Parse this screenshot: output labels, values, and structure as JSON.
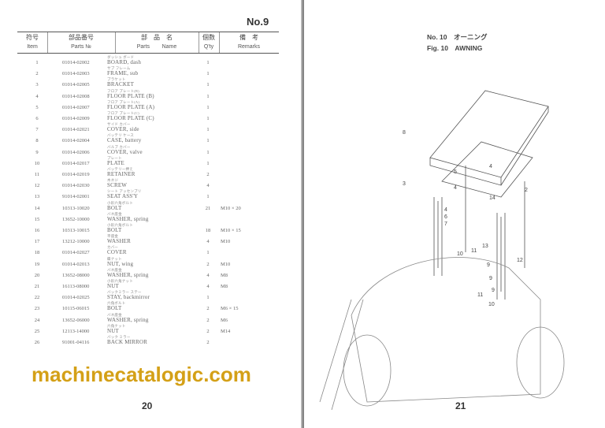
{
  "left_page": {
    "section": "No.9",
    "headers": {
      "item_jp": "符号",
      "item": "Item",
      "partno_jp": "部品番号",
      "partno": "Parts №",
      "name_jp": "部　品　名",
      "name_parts": "Parts",
      "name_name": "Name",
      "qty_jp": "個数",
      "qty": "Q'ty",
      "remarks_jp": "備　考",
      "remarks": "Remarks"
    },
    "rows": [
      {
        "item": "1",
        "pn": "01014-02002",
        "kana": "ダッシュ ボード",
        "name": "BOARD, dash",
        "qty": "1",
        "rem": ""
      },
      {
        "item": "2",
        "pn": "01014-02003",
        "kana": "サブ フレーム",
        "name": "FRAME, sub",
        "qty": "1",
        "rem": ""
      },
      {
        "item": "3",
        "pn": "01014-02005",
        "kana": "ブラケット",
        "name": "BRACKET",
        "qty": "1",
        "rem": ""
      },
      {
        "item": "4",
        "pn": "01014-02008",
        "kana": "フロア プレート(B)",
        "name": "FLOOR PLATE (B)",
        "qty": "1",
        "rem": ""
      },
      {
        "item": "5",
        "pn": "01014-02007",
        "kana": "フロア プレート(A)",
        "name": "FLOOR PLATE (A)",
        "qty": "1",
        "rem": ""
      },
      {
        "item": "6",
        "pn": "01014-02009",
        "kana": "フロア プレート(C)",
        "name": "FLOOR PLATE (C)",
        "qty": "1",
        "rem": ""
      },
      {
        "item": "7",
        "pn": "01014-02021",
        "kana": "サイド カバー",
        "name": "COVER, side",
        "qty": "1",
        "rem": ""
      },
      {
        "item": "8",
        "pn": "01014-02004",
        "kana": "バッテリ ケース",
        "name": "CASE, battery",
        "qty": "1",
        "rem": ""
      },
      {
        "item": "9",
        "pn": "01014-02006",
        "kana": "バルブ カバー",
        "name": "COVER, valve",
        "qty": "1",
        "rem": ""
      },
      {
        "item": "10",
        "pn": "01014-02017",
        "kana": "プレート",
        "name": "PLATE",
        "qty": "1",
        "rem": ""
      },
      {
        "item": "11",
        "pn": "01014-02019",
        "kana": "バッテリー押え",
        "name": "RETAINER",
        "qty": "2",
        "rem": ""
      },
      {
        "item": "12",
        "pn": "01014-02030",
        "kana": "木ネジ",
        "name": "SCREW",
        "qty": "4",
        "rem": ""
      },
      {
        "item": "13",
        "pn": "91014-02001",
        "kana": "シート アッセンブリ",
        "name": "SEAT ASS'Y",
        "qty": "1",
        "rem": ""
      },
      {
        "item": "14",
        "pn": "10313-10020",
        "kana": "小形六角ボルト",
        "name": "BOLT",
        "qty": "21",
        "rem": "M10 × 20"
      },
      {
        "item": "15",
        "pn": "13652-10000",
        "kana": "バネ座金",
        "name": "WASHER, spring",
        "qty": "",
        "rem": ""
      },
      {
        "item": "16",
        "pn": "10313-10015",
        "kana": "小形六角ボルト",
        "name": "BOLT",
        "qty": "18",
        "rem": "M10 × 15"
      },
      {
        "item": "17",
        "pn": "13212-10000",
        "kana": "平座金",
        "name": "WASHER",
        "qty": "4",
        "rem": "M10"
      },
      {
        "item": "18",
        "pn": "01014-02027",
        "kana": "カバー",
        "name": "COVER",
        "qty": "1",
        "rem": ""
      },
      {
        "item": "19",
        "pn": "01014-02013",
        "kana": "蝶ナット",
        "name": "NUT, wing",
        "qty": "2",
        "rem": "M10"
      },
      {
        "item": "20",
        "pn": "13652-08000",
        "kana": "バネ座金",
        "name": "WASHER, spring",
        "qty": "4",
        "rem": "M8"
      },
      {
        "item": "21",
        "pn": "16113-08000",
        "kana": "小形六角ナット",
        "name": "NUT",
        "qty": "4",
        "rem": "M8"
      },
      {
        "item": "22",
        "pn": "01014-02025",
        "kana": "バックミラー ステー",
        "name": "STAY, backmirror",
        "qty": "1",
        "rem": ""
      },
      {
        "item": "23",
        "pn": "10115-06015",
        "kana": "六角ボルト",
        "name": "BOLT",
        "qty": "2",
        "rem": "M6 × 15"
      },
      {
        "item": "24",
        "pn": "13652-06000",
        "kana": "バネ座金",
        "name": "WASHER, spring",
        "qty": "2",
        "rem": "M6"
      },
      {
        "item": "25",
        "pn": "12113-14000",
        "kana": "六角ナット",
        "name": "NUT",
        "qty": "2",
        "rem": "M14"
      },
      {
        "item": "26",
        "pn": "91001-04116",
        "kana": "バック ミラー",
        "name": "BACK MIRROR",
        "qty": "2",
        "rem": ""
      }
    ],
    "page_number": "20"
  },
  "right_page": {
    "title_jp": "No. 10　オーニング",
    "title_en": "Fig. 10　AWNING",
    "callouts": [
      "8",
      "5",
      "4",
      "3",
      "4",
      "2",
      "14",
      "4",
      "6",
      "7",
      "13",
      "10",
      "11",
      "9",
      "12",
      "9",
      "9",
      "11",
      "10"
    ],
    "page_number": "21"
  },
  "watermark": "machinecatalogic.com"
}
